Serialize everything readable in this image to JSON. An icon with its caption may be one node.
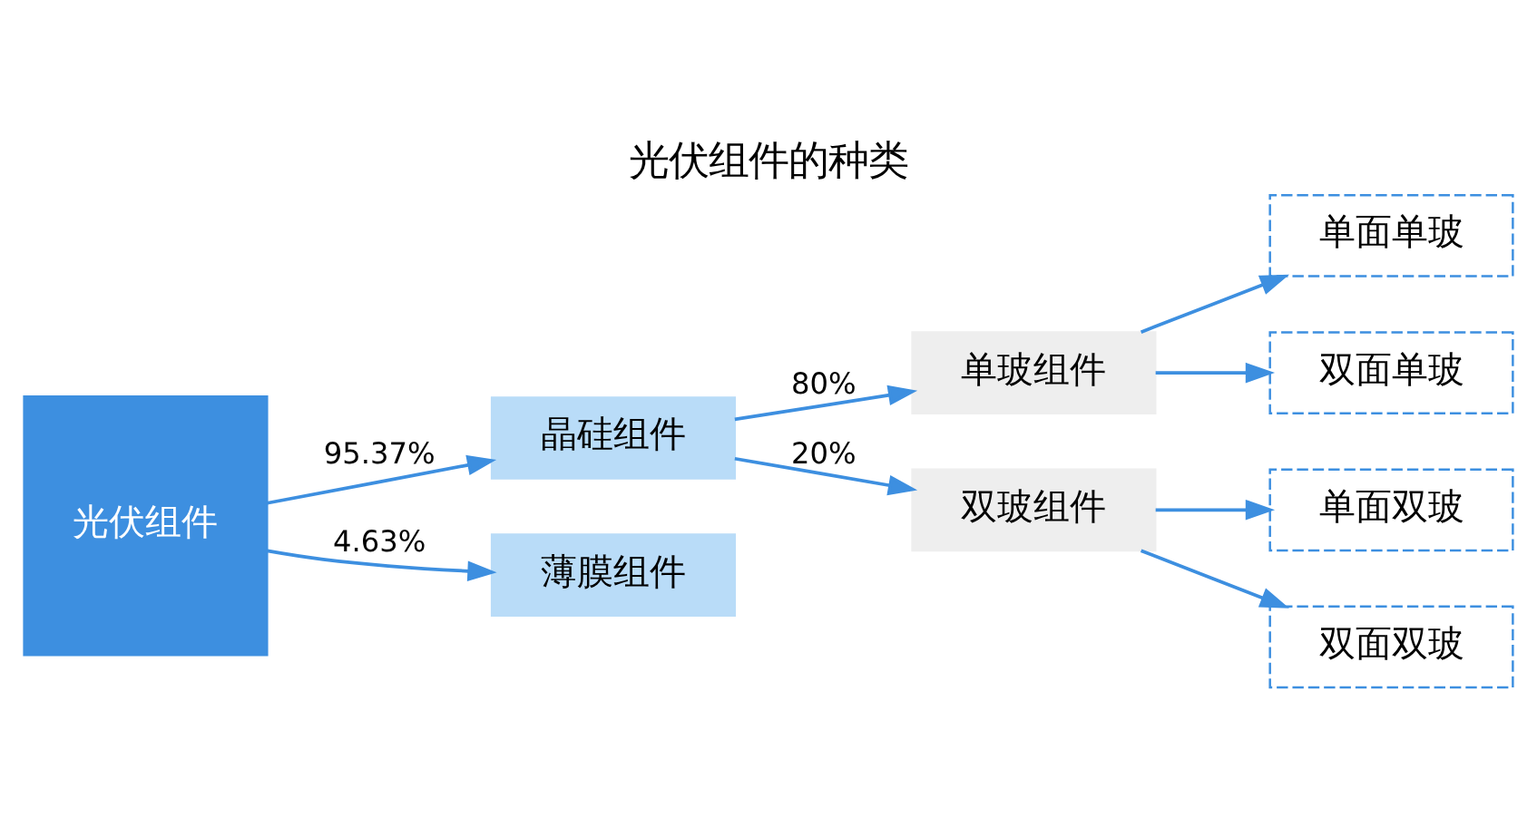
{
  "diagram": {
    "title": "光伏组件的种类",
    "nodes": [
      {
        "text": [
          "光伏组件"
        ]
      },
      {
        "text": [
          "晶硅组件"
        ]
      },
      {
        "text": [
          "薄膜组件"
        ]
      },
      {
        "text": [
          "单玻组件"
        ]
      },
      {
        "text": [
          "双玻组件"
        ]
      },
      {
        "text": [
          "单面单玻"
        ]
      },
      {
        "text": [
          "双面单玻"
        ]
      },
      {
        "text": [
          "单面双玻"
        ]
      },
      {
        "text": [
          "双面双玻"
        ]
      }
    ],
    "edges": [
      {
        "from": 0,
        "to": 1,
        "arrow": "to",
        "label": "95.37%"
      },
      {
        "from": 0,
        "to": 2,
        "arrow": "to",
        "label": "4.63%"
      },
      {
        "from": 1,
        "to": 3,
        "arrow": "to",
        "label": "80%"
      },
      {
        "from": 1,
        "to": 4,
        "arrow": "to",
        "label": "20%"
      },
      {
        "from": 3,
        "to": 5,
        "arrow": "to"
      },
      {
        "from": 3,
        "to": 6,
        "arrow": "to"
      },
      {
        "from": 4,
        "to": 7,
        "arrow": "to"
      },
      {
        "from": 4,
        "to": 8,
        "arrow": "to"
      }
    ]
  }
}
